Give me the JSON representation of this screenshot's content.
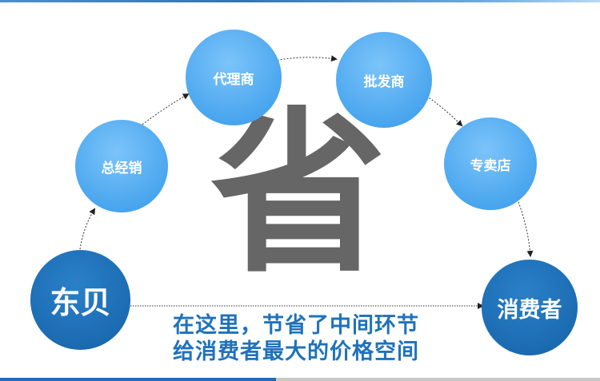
{
  "center_char": "省",
  "nodes": {
    "origin": "东贝",
    "general_distributor": "总经销",
    "agent": "代理商",
    "wholesaler": "批发商",
    "store": "专卖店",
    "consumer": "消费者"
  },
  "slogan": {
    "line1": "在这里，节省了中间环节",
    "line2": "给消费者最大的价格空间"
  },
  "colors": {
    "light_node": "#4aa6ee",
    "dark_node": "#1a6ab0",
    "center_char": "#666666",
    "slogan": "#1f72bb"
  }
}
